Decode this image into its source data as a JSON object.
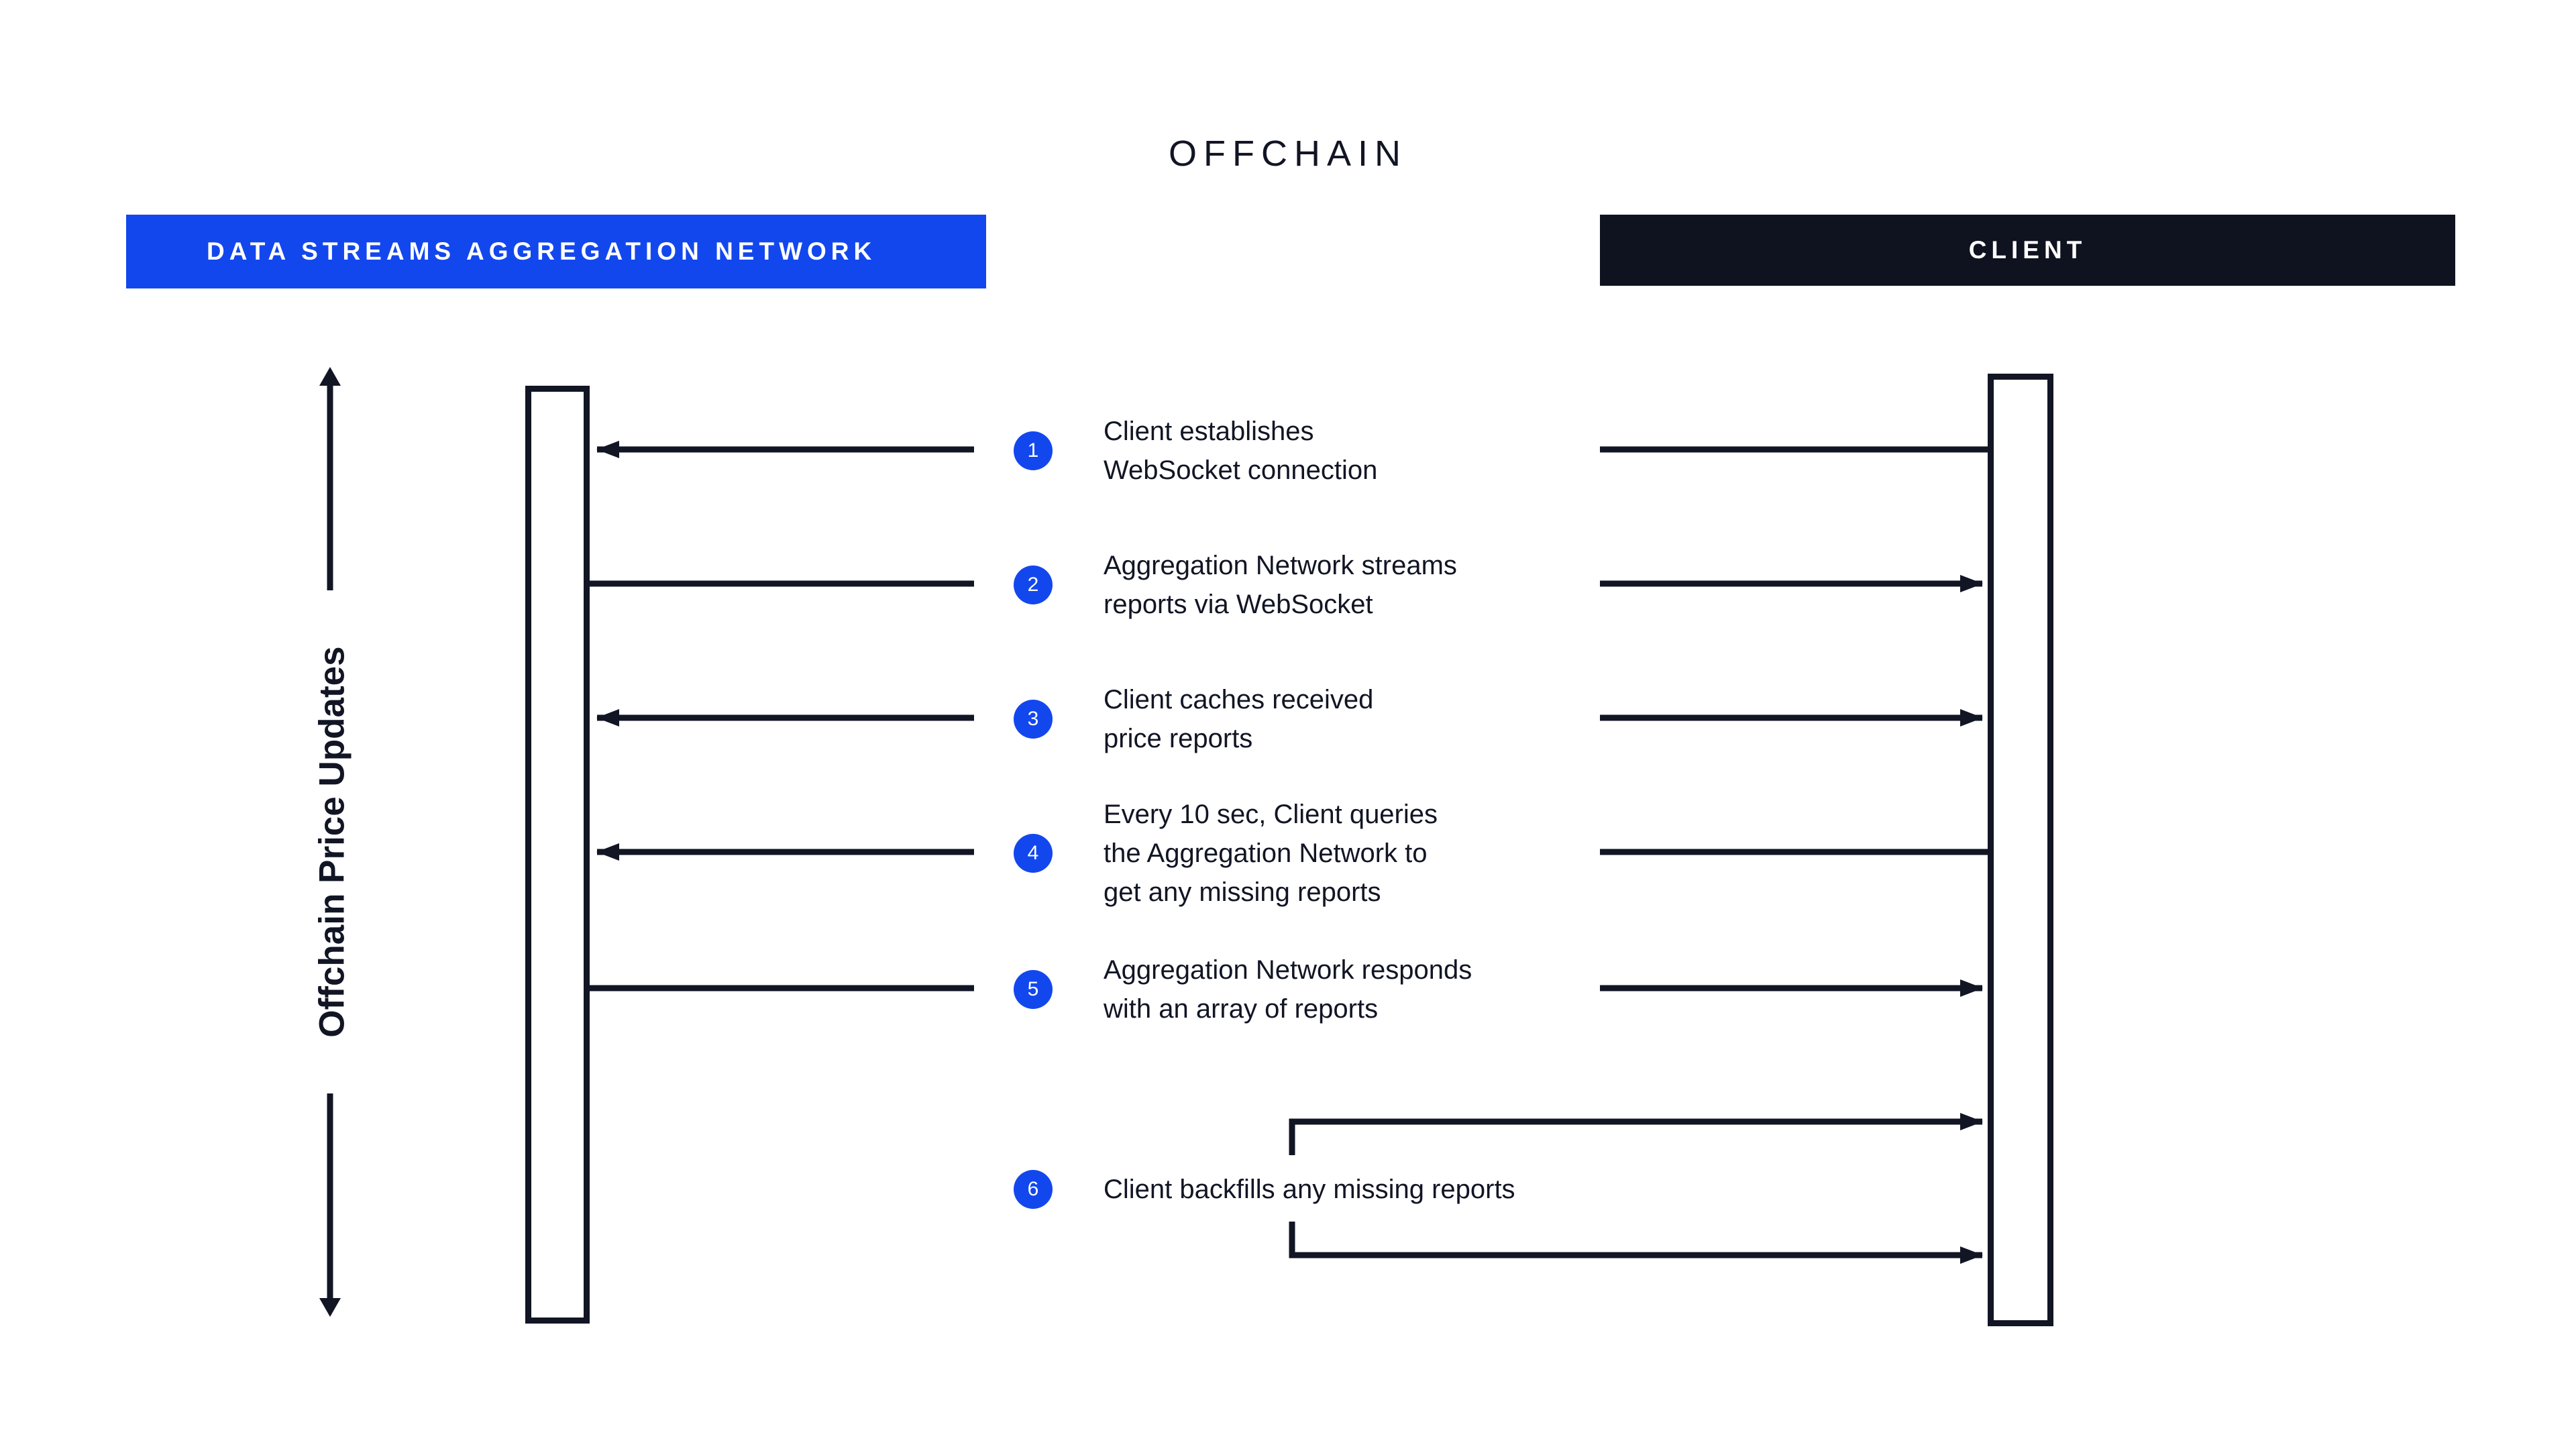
{
  "title": "OFFCHAIN",
  "colors": {
    "accent_blue": "#1347EE",
    "dark": "#0F1320",
    "ink": "#111524",
    "background": "#FFFFFF"
  },
  "actors": [
    {
      "id": "aggregation-network",
      "label": "DATA STREAMS AGGREGATION NETWORK",
      "bar_color": "#1347EE",
      "text_color": "#FFFFFF"
    },
    {
      "id": "client",
      "label": "CLIENT",
      "bar_color": "#0F1320",
      "text_color": "#FFFFFF"
    }
  ],
  "axis": {
    "label": "Offchain Price Updates",
    "arrow_top": true,
    "arrow_bottom": true
  },
  "steps": [
    {
      "number": "1",
      "text": "Client establishes\nWebSocket connection",
      "left_segment": "arrow-left",
      "right_segment": "line"
    },
    {
      "number": "2",
      "text": "Aggregation Network streams\nreports via WebSocket",
      "left_segment": "line",
      "right_segment": "arrow-right"
    },
    {
      "number": "3",
      "text": "Client caches received\nprice reports",
      "left_segment": "arrow-left",
      "right_segment": "arrow-right"
    },
    {
      "number": "4",
      "text": "Every 10 sec, Client queries\nthe Aggregation Network to\nget any missing reports",
      "left_segment": "arrow-left",
      "right_segment": "line"
    },
    {
      "number": "5",
      "text": "Aggregation Network responds\nwith an array of reports",
      "left_segment": "line",
      "right_segment": "arrow-right"
    },
    {
      "number": "6",
      "text": "Client backfills any missing reports",
      "left_segment": "none",
      "right_segment": "self-loop"
    }
  ]
}
